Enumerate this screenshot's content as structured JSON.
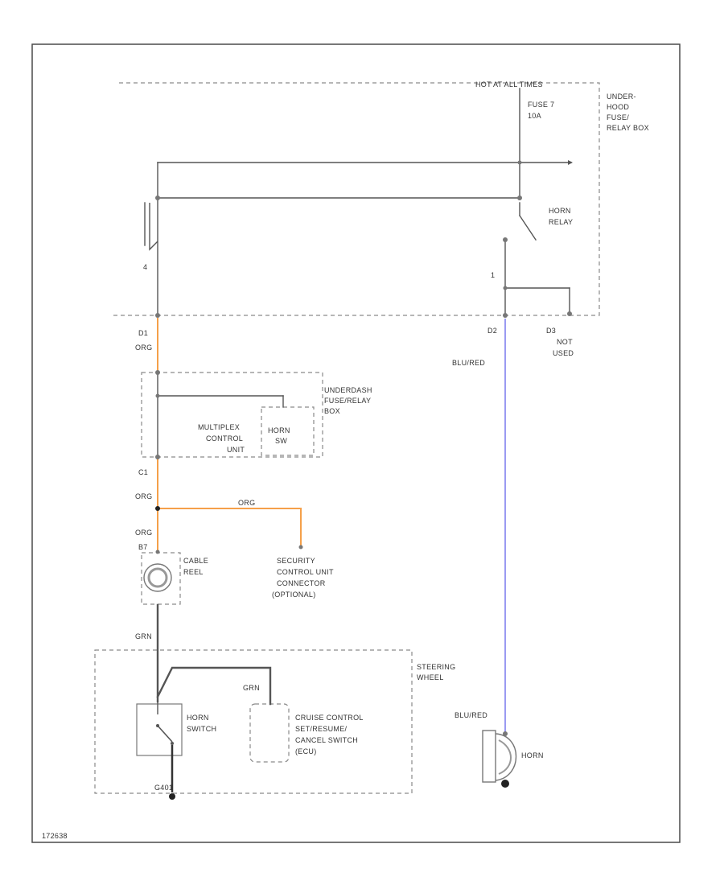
{
  "colors": {
    "frame": "#4a4a4a",
    "wire_plain": "#555555",
    "wire_orange": "#f5a04a",
    "wire_blue": "#9a9af2",
    "dashed": "#8a8a8a",
    "text": "#333333"
  },
  "labels": {
    "hot_at_all_times": "HOT AT ALL TIMES",
    "fuse": "FUSE 7",
    "fuse_rating": "10A",
    "box_top_1": "UNDER-",
    "box_top_2": "HOOD",
    "box_top_3": "FUSE/",
    "box_top_4": "RELAY BOX",
    "horn_relay_1": "HORN",
    "horn_relay_2": "RELAY",
    "pin_4": "4",
    "pin_1": "1",
    "conn_d1": "D1",
    "conn_d2": "D2",
    "conn_d3": "D3",
    "wire_org_1": "ORG",
    "not_used_1": "NOT",
    "not_used_2": "USED",
    "wire_blu_red_1": "BLU/RED",
    "box_mid_1": "UNDERDASH",
    "box_mid_2": "FUSE/RELAY",
    "box_mid_3": "BOX",
    "multiplex_1": "MULTIPLEX",
    "multiplex_2": "CONTROL",
    "multiplex_3": "UNIT",
    "horn_sw_1": "HORN",
    "horn_sw_2": "SW",
    "conn_c1": "C1",
    "wire_org_2": "ORG",
    "wire_org_3": "ORG",
    "wire_org_4": "ORG",
    "conn_b7": "B7",
    "cable_reel_1": "CABLE",
    "cable_reel_2": "REEL",
    "security_1": "SECURITY",
    "security_2": "CONTROL UNIT",
    "security_3": "CONNECTOR",
    "security_4": "(OPTIONAL)",
    "wire_grn_1": "GRN",
    "steering_1": "STEERING",
    "steering_2": "WHEEL",
    "wire_grn_2": "GRN",
    "horn_switch_1": "HORN",
    "horn_switch_2": "SWITCH",
    "cruise_1": "CRUISE CONTROL",
    "cruise_2": "SET/RESUME/",
    "cruise_3": "CANCEL SWITCH",
    "cruise_4": "(ECU)",
    "wire_blu_red_2": "BLU/RED",
    "horn": "HORN",
    "ground": "G401",
    "figure_id": "172638"
  }
}
